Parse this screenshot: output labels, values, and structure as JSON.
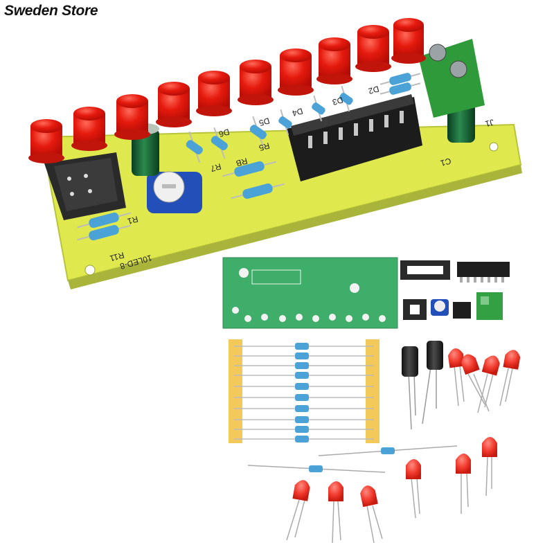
{
  "store": {
    "watermark": "Sweden Store"
  },
  "board": {
    "silkscreen_name": "10LED-8",
    "labels": {
      "r1": "R1",
      "r11": "R11",
      "rb": "RB",
      "r7": "R7",
      "r5": "R5",
      "d6": "D6",
      "d5": "D5",
      "d4": "D4",
      "d3": "D3",
      "d2": "D2",
      "c1": "C1",
      "j1": "J1"
    }
  },
  "colors": {
    "pcb": "#d9e84a",
    "pcb_loose": "#3fae6a",
    "led": "#e81e10",
    "ic": "#1c1c1c",
    "terminal": "#2f9a3a",
    "capacitor": "#0f5a2e"
  },
  "product_type": "10-LED chaser / running light DIY electronic kit"
}
